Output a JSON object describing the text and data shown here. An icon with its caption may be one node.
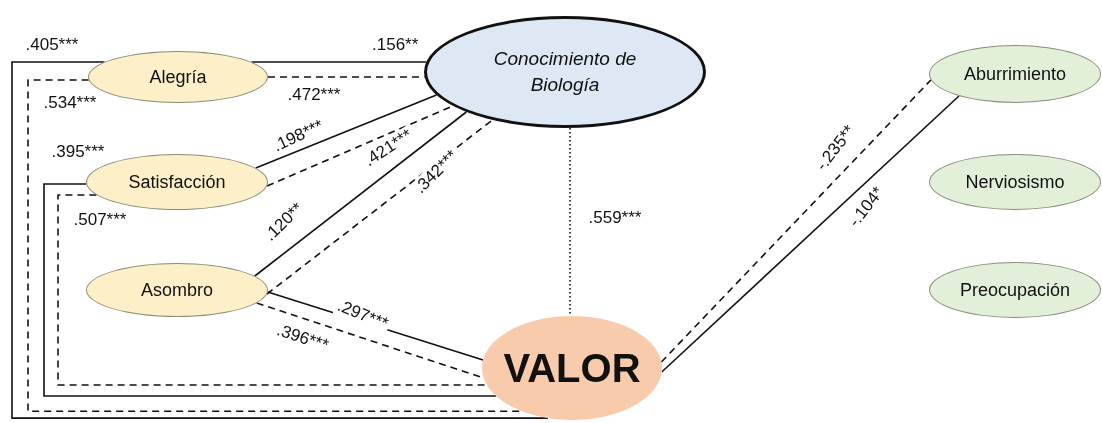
{
  "diagram": {
    "nodes": [
      {
        "text": [
          "Alegría"
        ]
      },
      {
        "text": [
          "Conocimiento de Biología"
        ]
      },
      {
        "text": [
          "Aburrimiento"
        ]
      },
      {
        "text": [
          "Satisfacción"
        ]
      },
      {
        "text": [
          "Nerviosismo"
        ]
      },
      {
        "text": [
          "Asombro"
        ]
      },
      {
        "text": [
          "Preocupación"
        ]
      },
      {
        "text": [
          "VALOR"
        ]
      }
    ],
    "edges": [
      {
        "from": 0,
        "to": 1,
        "arrow": "none",
        "label": ".156**"
      },
      {
        "from": 0,
        "to": 1,
        "arrow": "none",
        "label": ".472***",
        "style": "dashed"
      },
      {
        "from": 3,
        "to": 1,
        "arrow": "none",
        "label": ".198***"
      },
      {
        "from": 3,
        "to": 1,
        "arrow": "none",
        "label": ".421***",
        "style": "dashed"
      },
      {
        "from": 5,
        "to": 1,
        "arrow": "none",
        "label": ".120**"
      },
      {
        "from": 5,
        "to": 1,
        "arrow": "none",
        "label": ".342***",
        "style": "dashed"
      },
      {
        "from": 5,
        "to": 7,
        "arrow": "none",
        "label": ".297***"
      },
      {
        "from": 5,
        "to": 7,
        "arrow": "none",
        "label": ".396***",
        "style": "dashed"
      },
      {
        "from": 3,
        "to": 7,
        "arrow": "none",
        "label": ".395***"
      },
      {
        "from": 3,
        "to": 7,
        "arrow": "none",
        "label": ".507***",
        "style": "dashed"
      },
      {
        "from": 0,
        "to": 7,
        "arrow": "none",
        "label": ".405***"
      },
      {
        "from": 0,
        "to": 7,
        "arrow": "none",
        "label": ".534***",
        "style": "dashed"
      },
      {
        "from": 1,
        "to": 7,
        "arrow": "none",
        "label": ".559***",
        "style": "dashed"
      },
      {
        "from": 7,
        "to": 2,
        "arrow": "none",
        "label": "-.235**",
        "style": "dashed"
      },
      {
        "from": 7,
        "to": 2,
        "arrow": "none",
        "label": "-.104*"
      }
    ]
  }
}
